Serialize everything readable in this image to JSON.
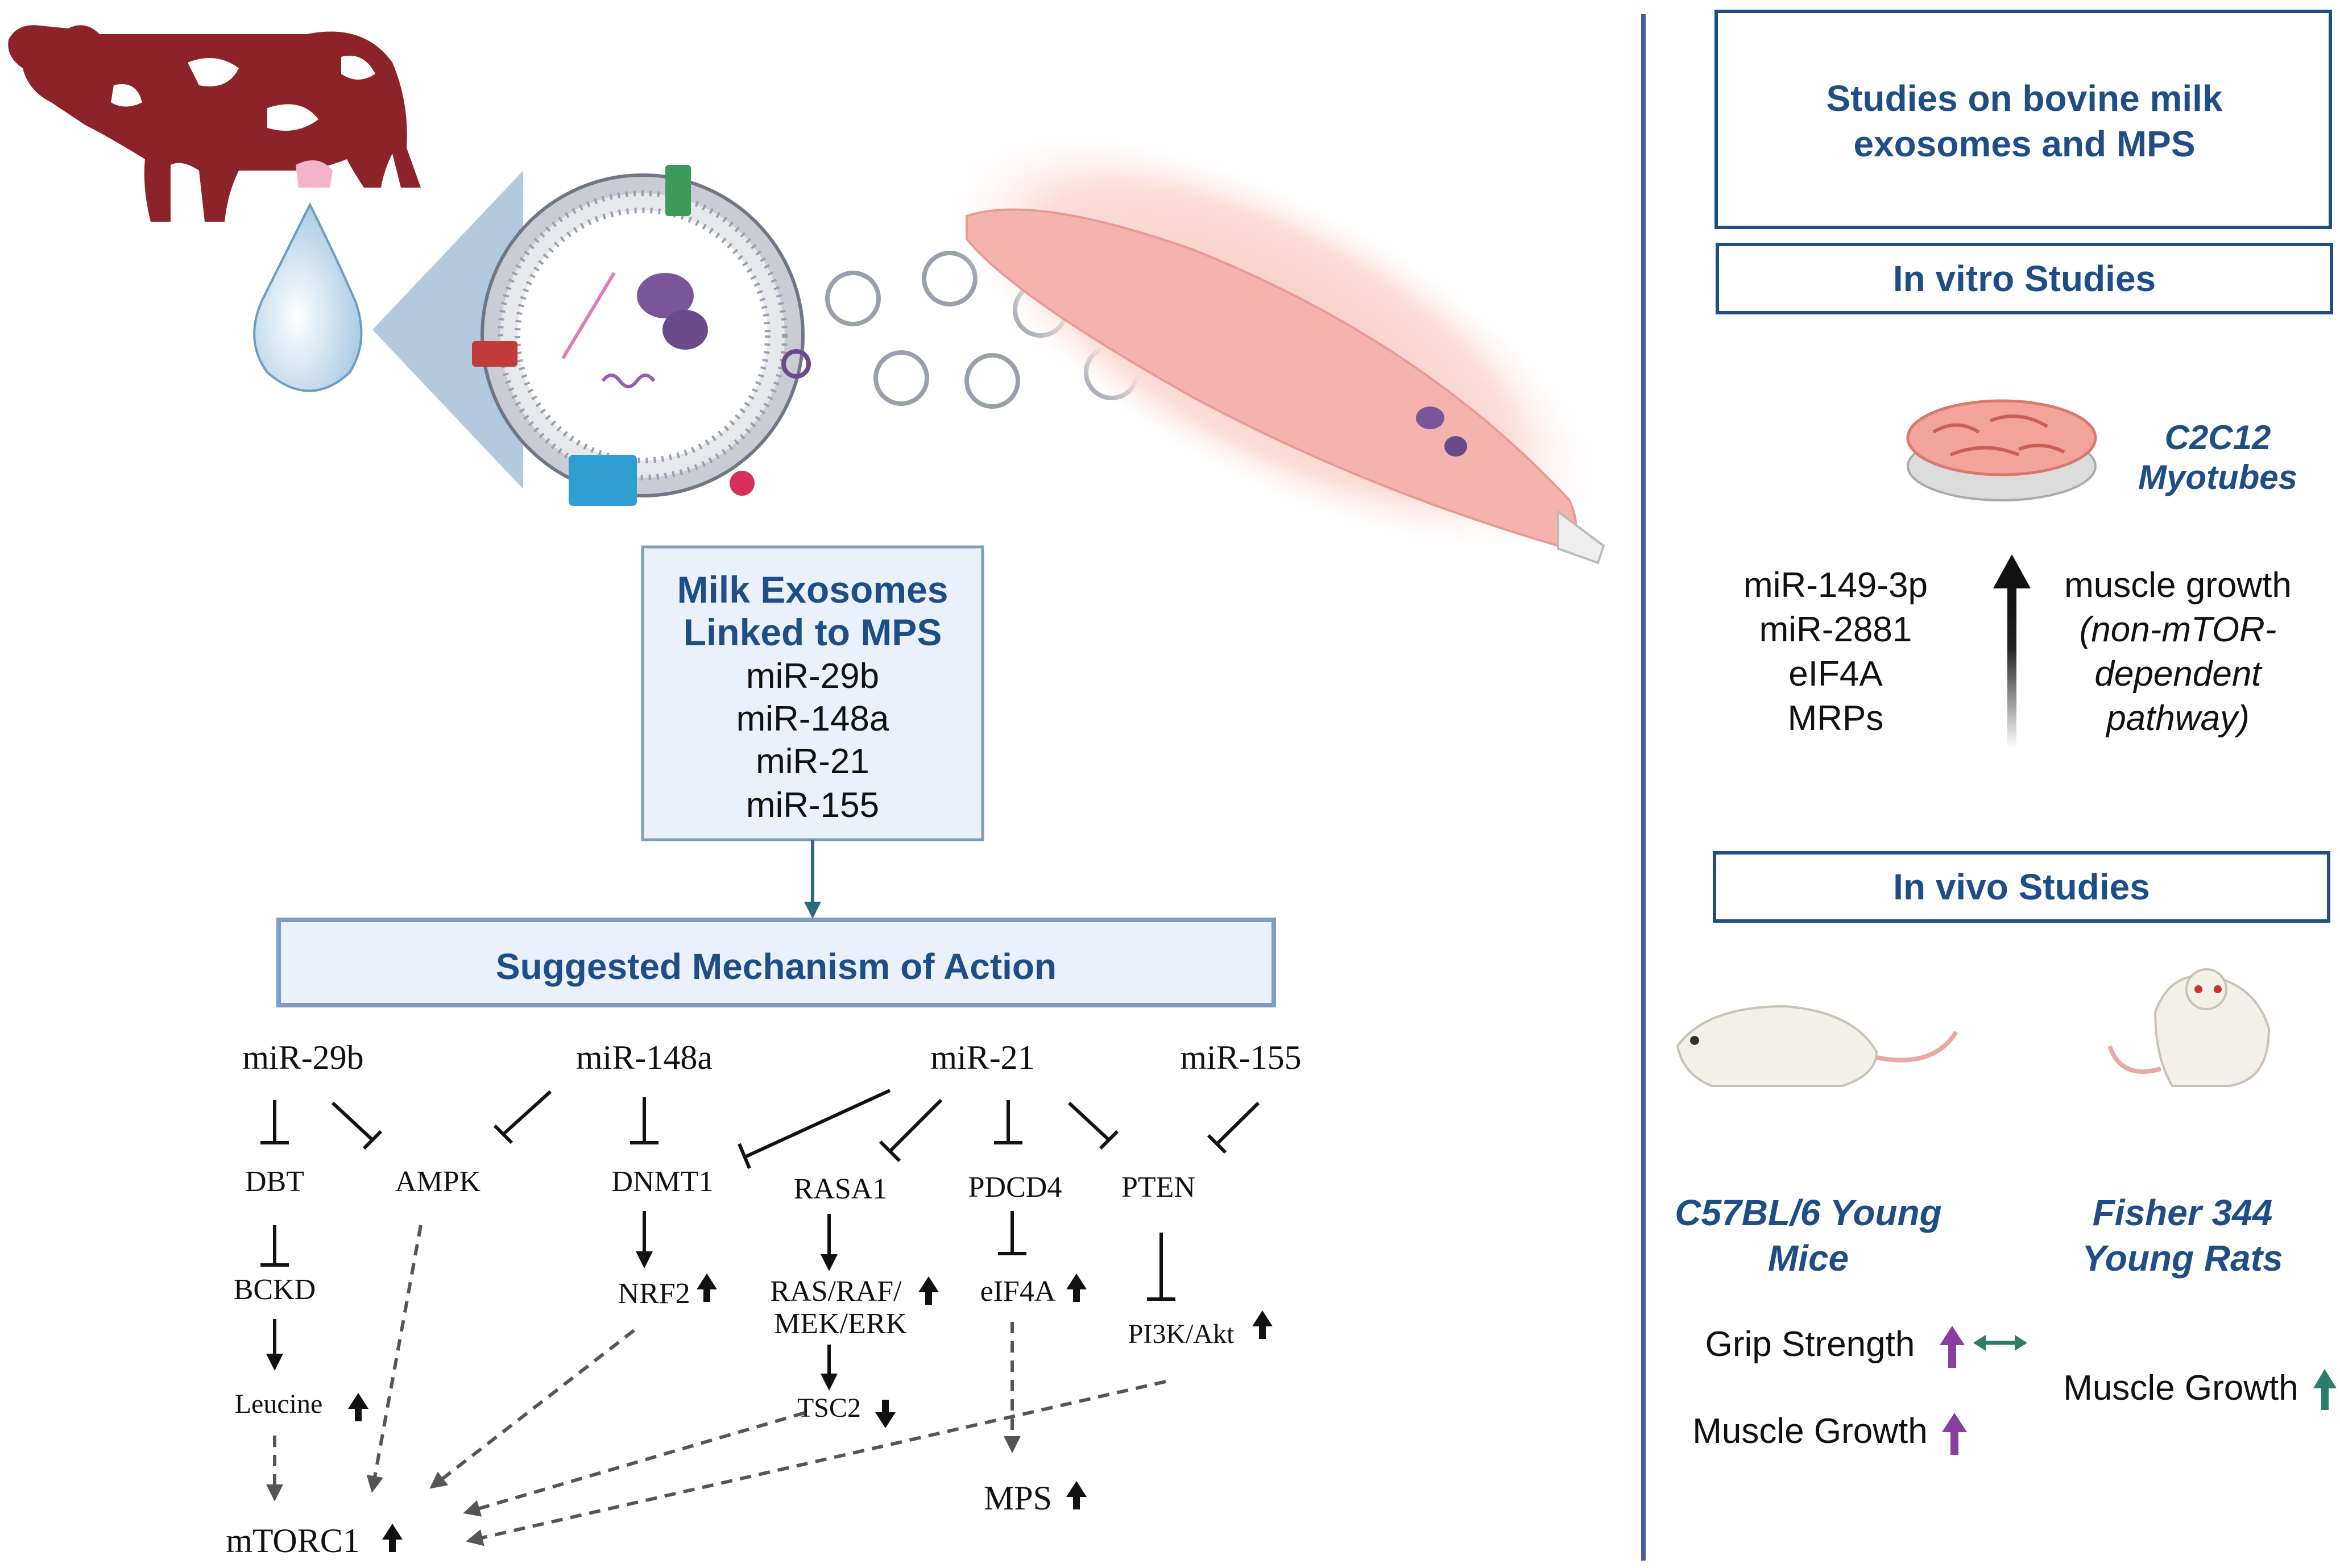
{
  "colors": {
    "box_border": "#7f9cc4",
    "box_fill": "#eaf1fa",
    "title_blue": "#1f4e87",
    "divider": "#4b5a94",
    "cow": "#8b2328",
    "purple_arrow": "#8a3fa0",
    "green_arrow": "#2e7d6c"
  },
  "left": {
    "exosome_box": {
      "title": "Milk Exosomes Linked to MPS",
      "title_line1": "Milk Exosomes",
      "title_line2": "Linked to MPS",
      "mirnas": [
        "miR-29b",
        "miR-148a",
        "miR-21",
        "miR-155"
      ]
    },
    "mechanism_title": "Suggested Mechanism of Action",
    "pathway": {
      "mirs": [
        "miR-29b",
        "miR-148a",
        "miR-21",
        "miR-155"
      ],
      "targets": [
        "DBT",
        "AMPK",
        "DNMT1",
        "RASA1",
        "PDCD4",
        "PTEN"
      ],
      "bckd": "BCKD",
      "leucine": "Leucine",
      "nrf2": "NRF2",
      "ras_line1": "RAS/RAF/",
      "ras_line2": "MEK/ERK",
      "tsc2": "TSC2",
      "eif4a": "eIF4A",
      "pi3k": "PI3K/Akt",
      "mtorc1": "mTORC1",
      "mps": "MPS"
    }
  },
  "right": {
    "header_line1": "Studies on bovine milk",
    "header_line2": "exosomes and MPS",
    "in_vitro_title": "In vitro Studies",
    "cell_line1": "C2C12",
    "cell_line2": "Myotubes",
    "in_vitro_factors": [
      "miR-149-3p",
      "miR-2881",
      "eIF4A",
      "MRPs"
    ],
    "outcome": "muscle growth",
    "outcome_note_line1": "(non-mTOR-",
    "outcome_note_line2": "dependent",
    "outcome_note_line3": "pathway)",
    "in_vivo_title": "In vivo Studies",
    "mice_line1": "C57BL/6 Young",
    "mice_line2": "Mice",
    "rats_line1": "Fisher 344",
    "rats_line2": "Young Rats",
    "grip_strength": "Grip Strength",
    "muscle_growth": "Muscle Growth"
  }
}
